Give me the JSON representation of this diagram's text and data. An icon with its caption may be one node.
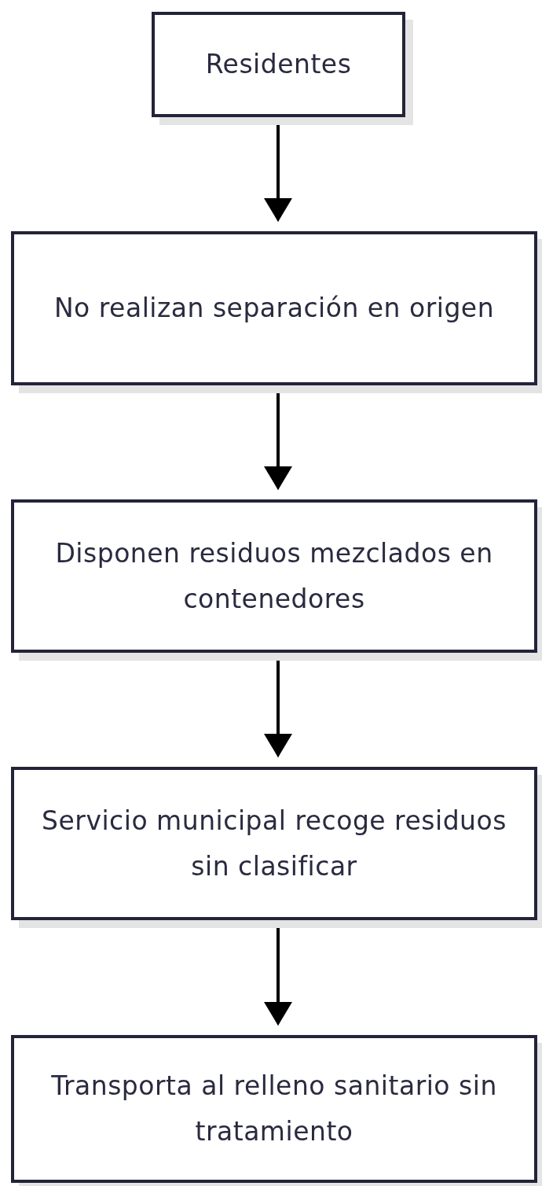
{
  "diagram": {
    "nodes": [
      {
        "text": [
          "Residentes"
        ]
      },
      {
        "text": [
          "No realizan separación en origen"
        ]
      },
      {
        "text": [
          "Disponen residuos mezclados en contenedores"
        ]
      },
      {
        "text": [
          "Servicio municipal recoge residuos sin clasificar"
        ]
      },
      {
        "text": [
          "Transporta al relleno sanitario sin tratamiento"
        ]
      }
    ],
    "edges": [
      {
        "from": 0,
        "to": 1,
        "arrow": "to"
      },
      {
        "from": 1,
        "to": 2,
        "arrow": "to"
      },
      {
        "from": 2,
        "to": 3,
        "arrow": "to"
      },
      {
        "from": 3,
        "to": 4,
        "arrow": "to"
      }
    ]
  }
}
